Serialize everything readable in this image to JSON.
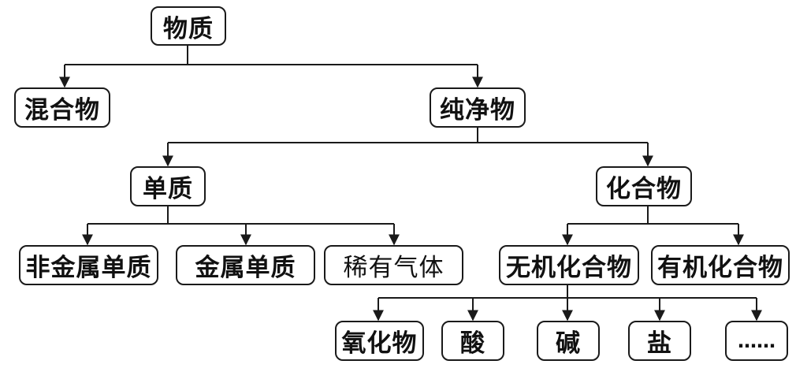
{
  "diagram": {
    "root": "物质",
    "mixture": "混合物",
    "pure_substance": "纯净物",
    "element": "单质",
    "compound": "化合物",
    "nonmetal_element": "非金属单质",
    "metal_element": "金属单质",
    "noble_gas": "稀有气体",
    "inorganic_compound": "无机化合物",
    "organic_compound": "有机化合物",
    "oxide": "氧化物",
    "acid": "酸",
    "base": "碱",
    "salt": "盐",
    "more": "……"
  },
  "colors": {
    "line": "#1a1a1a",
    "text": "#111111",
    "background": "#ffffff"
  }
}
